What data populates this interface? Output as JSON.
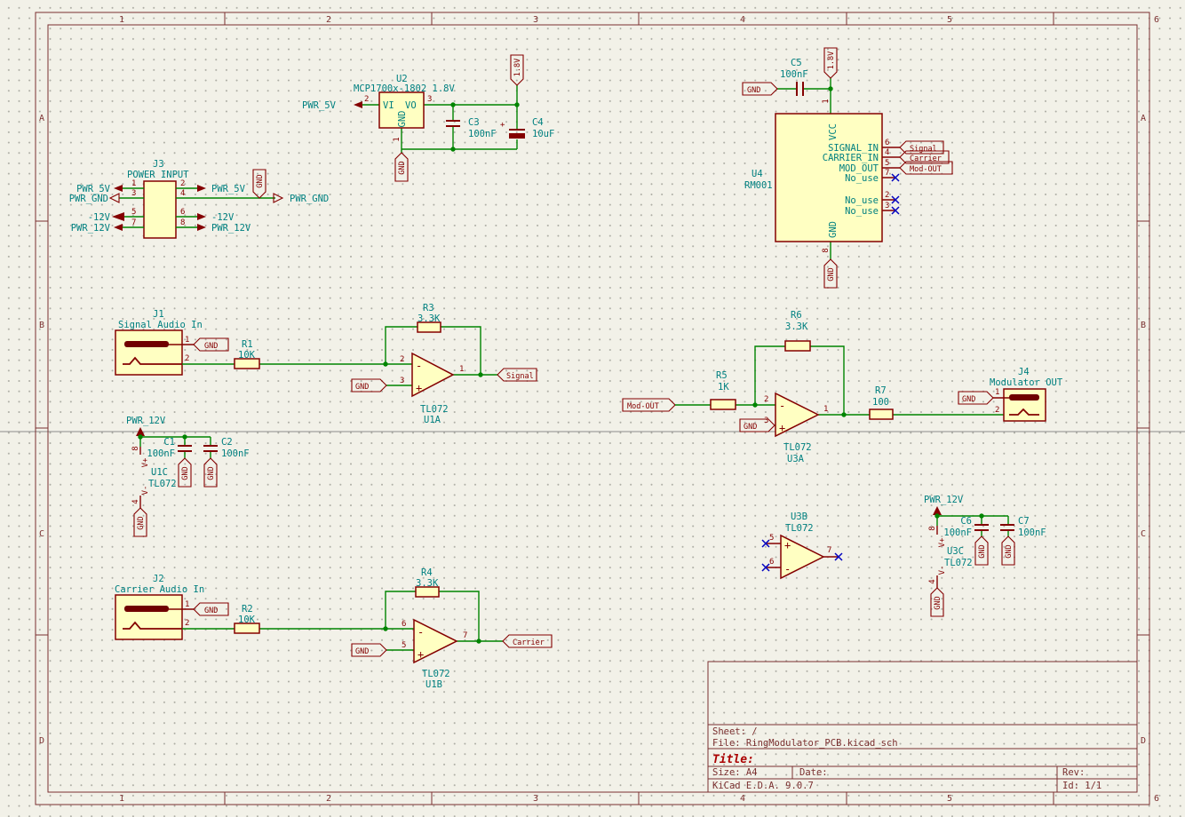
{
  "sheet": {
    "cols": [
      "1",
      "2",
      "3",
      "4",
      "5",
      "6"
    ],
    "rows": [
      "A",
      "B",
      "C",
      "D"
    ]
  },
  "title_block": {
    "sheet": "Sheet: /",
    "file": "File: RingModulator_PCB.kicad_sch",
    "title_label": "Title:",
    "size": "Size: A4",
    "date": "Date:",
    "rev": "Rev:",
    "generator": "KiCad E.D.A. 9.0.7",
    "id": "Id: 1/1"
  },
  "common": {
    "gnd": "GND",
    "v18": "1.8V",
    "plus": "+",
    "minus": "-",
    "vplus": "V+",
    "vminus": "V-",
    "tl072": "TL072",
    "c100n": "100nF"
  },
  "nets": {
    "pwr_5v": "PWR_5V",
    "pwr_gnd": "PWR_GND",
    "neg_12v": "-12V",
    "pwr_12v": "PWR_12V"
  },
  "glabels": {
    "signal": "Signal",
    "carrier": "Carrier",
    "mod_out": "Mod-OUT"
  },
  "u2": {
    "ref": "U2",
    "value": "MCP1700x-1802 1.8V",
    "vi": "VI",
    "vo": "VO",
    "gnd": "GND",
    "p_vi": "2",
    "p_vo": "3",
    "p_gnd": "1"
  },
  "u4": {
    "ref": "U4",
    "value": "RM001",
    "vcc": "VCC",
    "gnd": "GND",
    "signal_in": "SIGNAL_IN",
    "carrier_in": "CARRIER_IN",
    "mod_out": "MOD_OUT",
    "no_use": "No_use",
    "p_vcc": "1",
    "p_signal": "6",
    "p_carrier": "4",
    "p_mod": "5",
    "p_nc1": "7",
    "p_nc2": "2",
    "p_nc3": "3",
    "p_gnd": "8"
  },
  "j1": {
    "ref": "J1",
    "value": "Signal Audio In",
    "p1": "1",
    "p2": "2"
  },
  "j2": {
    "ref": "J2",
    "value": "Carrier Audio In",
    "p1": "1",
    "p2": "2"
  },
  "j3": {
    "ref": "J3",
    "value": "POWER INPUT",
    "p1": "1",
    "p2": "2",
    "p3": "3",
    "p4": "4",
    "p5": "5",
    "p6": "6",
    "p7": "7",
    "p8": "8"
  },
  "j4": {
    "ref": "J4",
    "value": "Modulator OUT",
    "p1": "1",
    "p2": "2"
  },
  "r1": {
    "ref": "R1",
    "value": "10K"
  },
  "r2": {
    "ref": "R2",
    "value": "10K"
  },
  "r3": {
    "ref": "R3",
    "value": "3.3K"
  },
  "r4": {
    "ref": "R4",
    "value": "3.3K"
  },
  "r5": {
    "ref": "R5",
    "value": "1K"
  },
  "r6": {
    "ref": "R6",
    "value": "3.3K"
  },
  "r7": {
    "ref": "R7",
    "value": "100"
  },
  "c1": {
    "ref": "C1"
  },
  "c2": {
    "ref": "C2"
  },
  "c3": {
    "ref": "C3"
  },
  "c4": {
    "ref": "C4",
    "value": "10uF"
  },
  "c5": {
    "ref": "C5"
  },
  "c6": {
    "ref": "C6"
  },
  "c7": {
    "ref": "C7"
  },
  "u1a": {
    "ref": "U1A",
    "p_neg": "2",
    "p_pos": "3",
    "p_out": "1"
  },
  "u1b": {
    "ref": "U1B",
    "p_neg": "6",
    "p_pos": "5",
    "p_out": "7"
  },
  "u1c": {
    "ref": "U1C",
    "p_vp": "8",
    "p_vm": "4"
  },
  "u3a": {
    "ref": "U3A",
    "p_neg": "2",
    "p_pos": "3",
    "p_out": "1"
  },
  "u3b": {
    "ref": "U3B",
    "p_pos": "5",
    "p_neg": "6",
    "p_out": "7"
  },
  "u3c": {
    "ref": "U3C",
    "p_vp": "8",
    "p_vm": "4"
  }
}
